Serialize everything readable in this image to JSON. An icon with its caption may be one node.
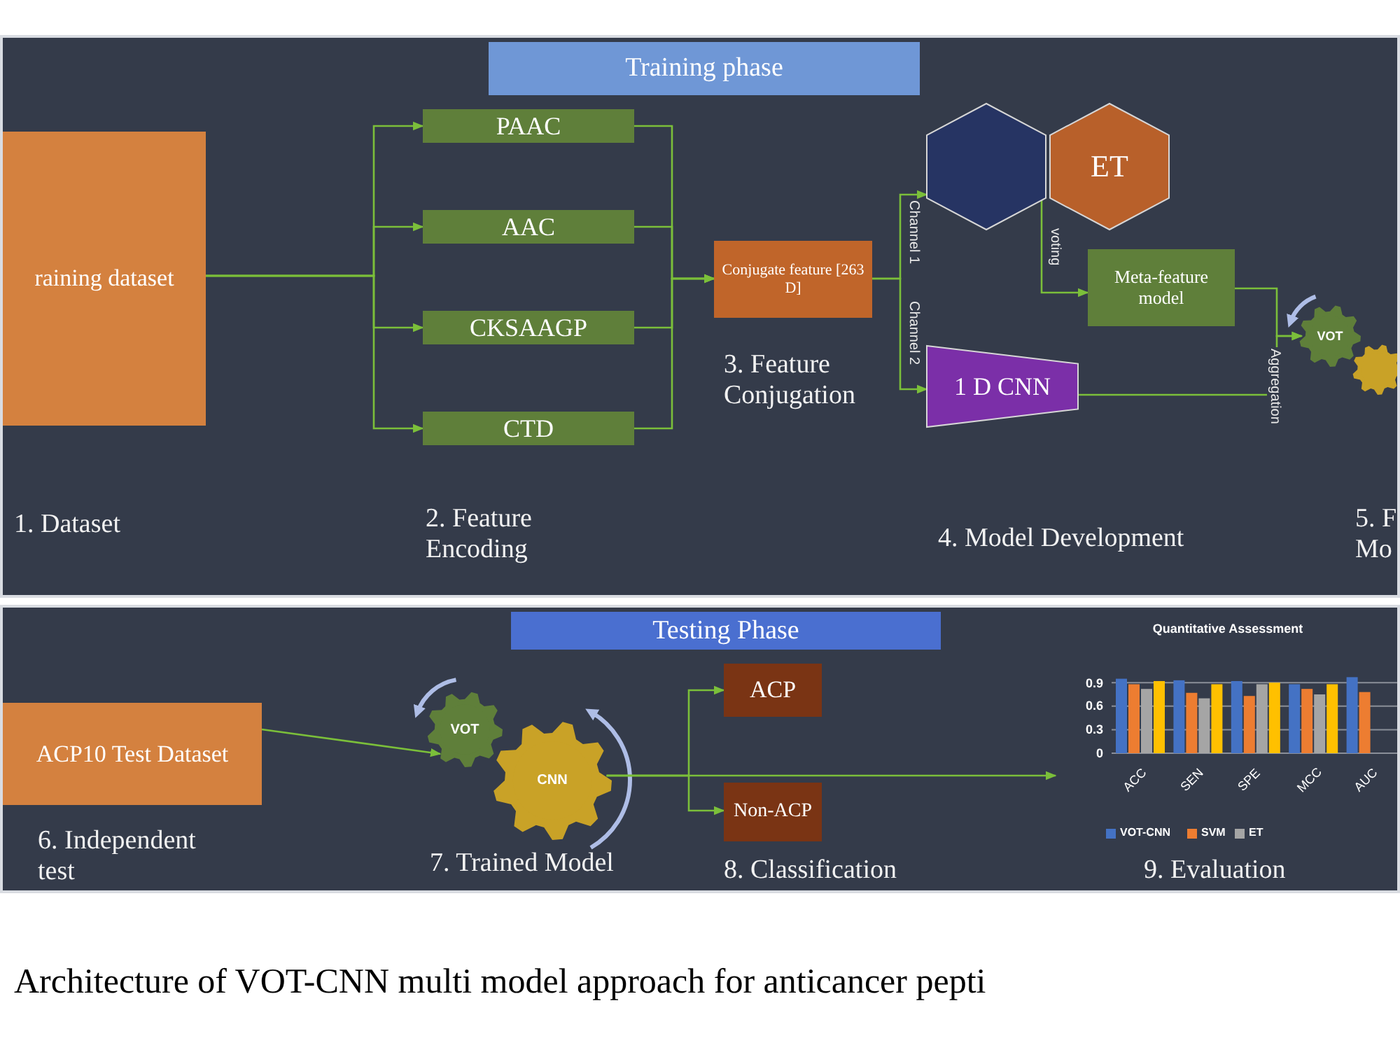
{
  "diagram": {
    "caption": "Architecture of VOT-CNN multi model approach for anticancer pepti",
    "nodes": [
      {
        "text": [
          "Training phase"
        ]
      },
      {
        "text": [
          "raining dataset"
        ],
        "in": 0,
        "beside": [
          "1. Dataset"
        ]
      },
      {
        "text": [
          "PAAC"
        ],
        "in": 0
      },
      {
        "text": [
          "AAC"
        ],
        "in": 0
      },
      {
        "text": [
          "CKSAAGP"
        ],
        "in": 0
      },
      {
        "text": [
          "CTD"
        ],
        "in": 0
      },
      {
        "text": [
          "Conjugate feature [263 D]"
        ],
        "in": 0,
        "beside": [
          "3. Feature Conjugation"
        ]
      },
      {
        "text": [],
        "shape": "hexagon",
        "in": 0
      },
      {
        "text": [
          "ET"
        ],
        "in": 0
      },
      {
        "text": [
          "Meta-feature model"
        ],
        "in": 0
      },
      {
        "text": [
          "1 D CNN"
        ],
        "in": 0
      },
      {
        "text": [
          "VOT"
        ],
        "in": 0
      },
      {
        "text": [],
        "shape": "gear",
        "in": 0
      },
      {
        "text": [
          "Testing Phase"
        ]
      },
      {
        "text": [
          "ACP10 Test Dataset"
        ],
        "in": 13,
        "beside": [
          "6. Independent test"
        ]
      },
      {
        "text": [
          "VOT"
        ],
        "in": 13
      },
      {
        "text": [
          "CNN"
        ],
        "in": 13,
        "beside": [
          "7. Trained Model"
        ]
      },
      {
        "text": [
          "ACP"
        ],
        "in": 13
      },
      {
        "text": [
          "Non-ACP"
        ],
        "in": 13,
        "beside": [
          "8. Classification"
        ]
      },
      {
        "text": [],
        "shape": "chart",
        "in": 13,
        "beside": [
          "9. Evaluation"
        ]
      }
    ],
    "edges": [
      {
        "from": 1,
        "to": 2,
        "arrow": "to"
      },
      {
        "from": 1,
        "to": 3,
        "arrow": "to"
      },
      {
        "from": 1,
        "to": 4,
        "arrow": "to"
      },
      {
        "from": 1,
        "to": 5,
        "arrow": "to"
      },
      {
        "from": 2,
        "to": 6,
        "arrow": "to"
      },
      {
        "from": 3,
        "to": 6,
        "arrow": "to"
      },
      {
        "from": 4,
        "to": 6,
        "arrow": "to"
      },
      {
        "from": 5,
        "to": 6,
        "arrow": "to"
      },
      {
        "from": 6,
        "to": 7,
        "arrow": "to",
        "label": "Channel 1"
      },
      {
        "from": 6,
        "to": 10,
        "arrow": "to",
        "label": "Channel 2"
      },
      {
        "from": 7,
        "to": 9,
        "arrow": "to",
        "label": "voting"
      },
      {
        "from": 9,
        "to": 11,
        "arrow": "to",
        "label": "Aggregation"
      },
      {
        "from": 10,
        "to": 11,
        "arrow": "to"
      },
      {
        "from": 14,
        "to": 15,
        "arrow": "to"
      },
      {
        "from": 16,
        "to": 17,
        "arrow": "to"
      },
      {
        "from": 16,
        "to": 18,
        "arrow": "to"
      },
      {
        "from": 16,
        "to": 19,
        "arrow": "to"
      }
    ],
    "labels": [
      "2. Feature Encoding",
      "4. Model Development",
      "5. F Mo"
    ],
    "chart_data": {
      "type": "bar",
      "title": "Quantitative Assessment",
      "categories": [
        "ACC",
        "SEN",
        "SPE",
        "MCC",
        "AUC"
      ],
      "series": [
        {
          "name": "VOT-CNN",
          "color": "#4472c4",
          "values": [
            0.95,
            0.93,
            0.92,
            0.88,
            0.97
          ]
        },
        {
          "name": "SVM",
          "color": "#ed7d31",
          "values": [
            0.88,
            0.77,
            0.73,
            0.82,
            0.78
          ]
        },
        {
          "name": "ET",
          "color": "#a5a5a5",
          "values": [
            0.82,
            0.7,
            0.88,
            0.75,
            null
          ]
        },
        {
          "color": "#ffc000",
          "values": [
            0.92,
            0.88,
            0.9,
            0.88,
            null
          ]
        }
      ],
      "ylim": [
        0,
        1
      ],
      "yticks": [
        0,
        0.3,
        0.6,
        0.9
      ],
      "legend": "bottom",
      "grid": true
    }
  }
}
